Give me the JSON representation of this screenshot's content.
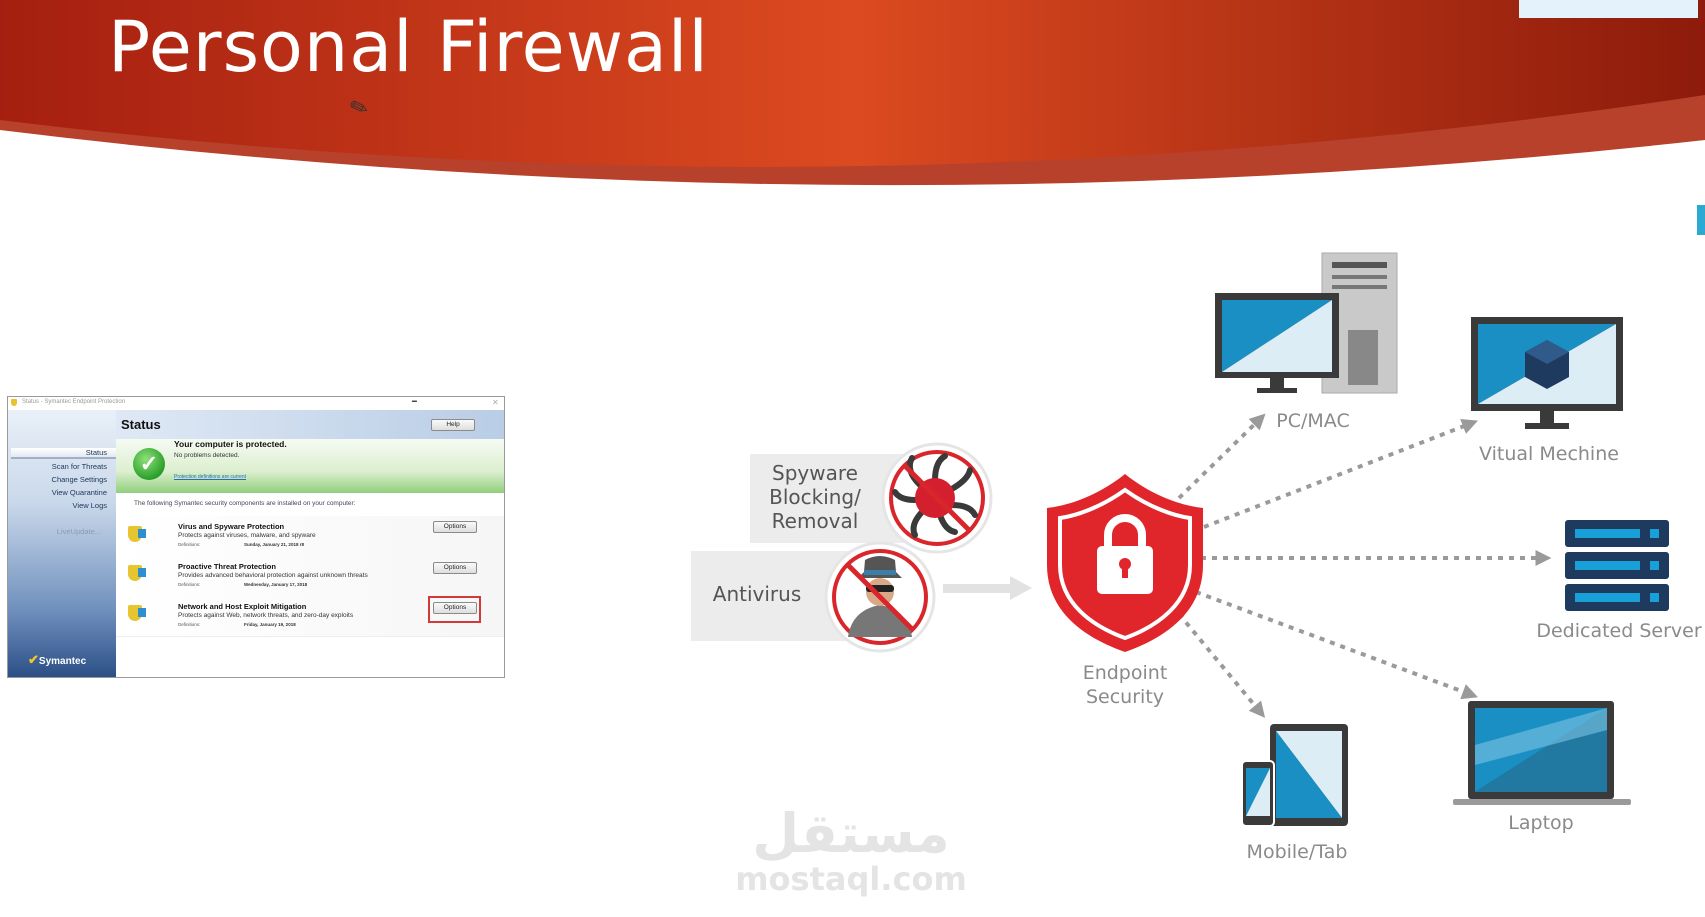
{
  "slide": {
    "title": "Personal Firewall",
    "colors": {
      "header_red": "#c7361a",
      "accent_red": "#e0262b",
      "screen_blue": "#1a8fc4",
      "label_gray": "#8a8a8a"
    }
  },
  "symantec_window": {
    "window_title": "Status - Symantec Endpoint Protection",
    "heading": "Status",
    "help_label": "Help",
    "sidebar": [
      "Status",
      "Scan for Threats",
      "Change Settings",
      "View Quarantine",
      "View Logs"
    ],
    "liveupdate": "LiveUpdate...",
    "status_title": "Your computer is protected.",
    "status_sub": "No problems detected.",
    "status_link": "Protection definitions are current",
    "intro": "The following Symantec security components are installed on your computer:",
    "components": [
      {
        "name": "Virus and Spyware Protection",
        "desc": "Protects against viruses, malware, and spyware",
        "def_label": "Definitions:",
        "def_value": "Sunday, January 21, 2018 r8",
        "button": "Options"
      },
      {
        "name": "Proactive Threat Protection",
        "desc": "Provides advanced behavioral protection against unknown threats",
        "def_label": "Definitions:",
        "def_value": "Wednesday, January 17, 2018",
        "button": "Options"
      },
      {
        "name": "Network and Host Exploit Mitigation",
        "desc": "Protects against Web, network threats, and zero-day exploits",
        "def_label": "Definitions:",
        "def_value": "Friday, January 19, 2018",
        "button": "Options"
      }
    ],
    "brand": "Symantec"
  },
  "diagram": {
    "spyware_label": [
      "Spyware",
      "Blocking/",
      "Removal"
    ],
    "antivirus_label": "Antivirus",
    "center_label": [
      "Endpoint",
      "Security"
    ],
    "devices": {
      "pc": "PC/MAC",
      "vm": "Vitual Mechine",
      "server": "Dedicated Server",
      "laptop": "Laptop",
      "mobile": "Mobile/Tab"
    }
  },
  "watermark": {
    "arabic": "مستقل",
    "latin": "mostaql.com"
  }
}
